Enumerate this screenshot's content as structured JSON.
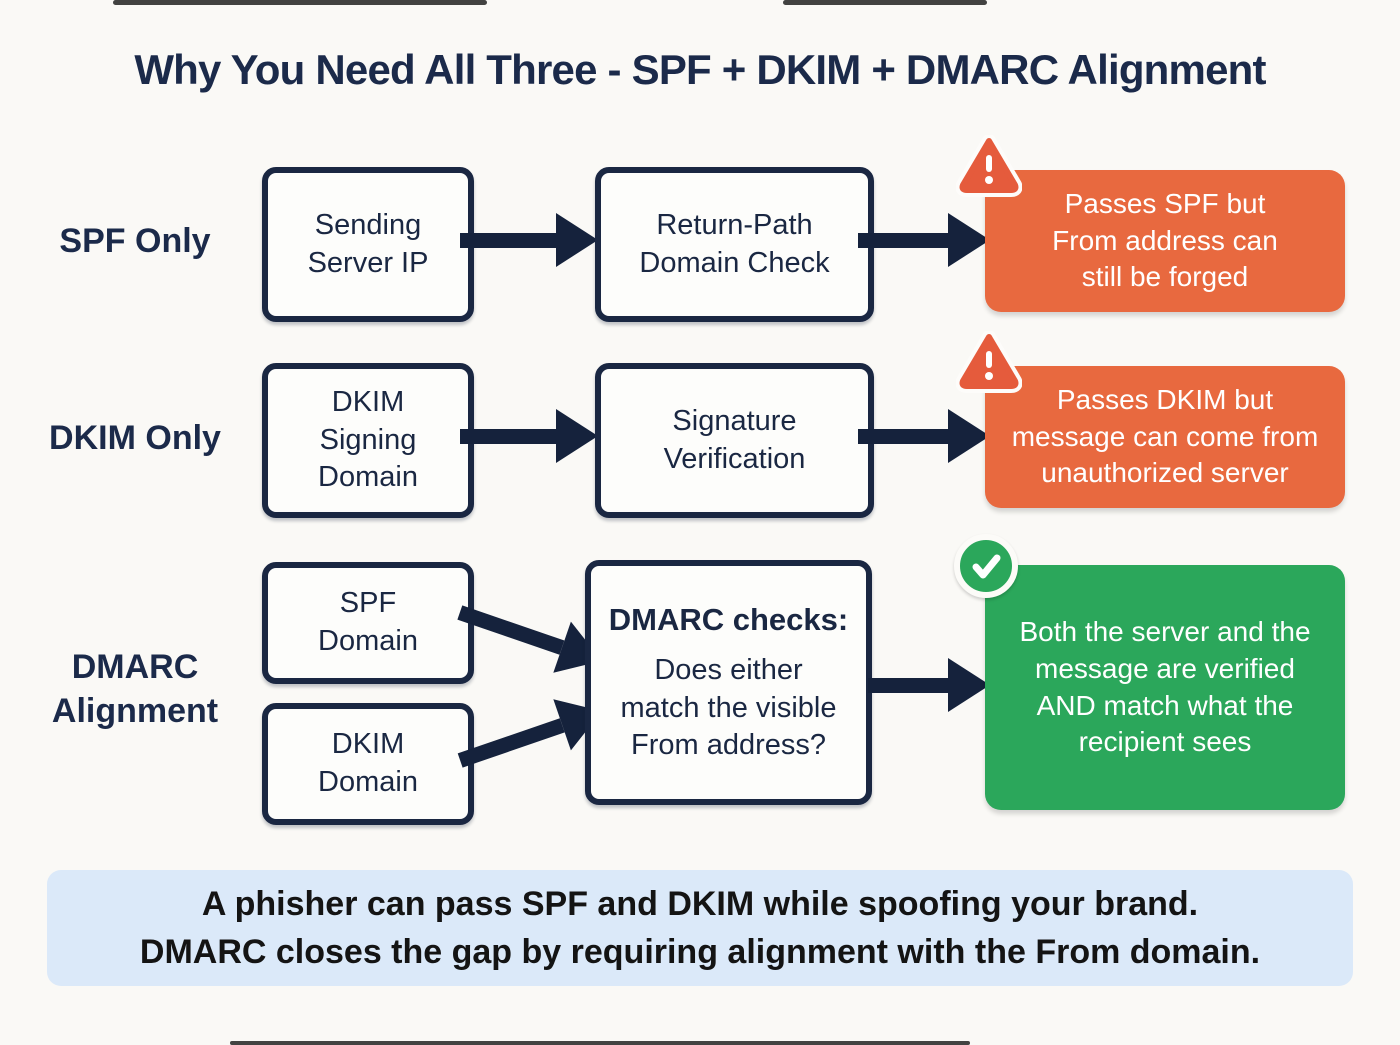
{
  "page": {
    "title": "Why You Need All Three - SPF + DKIM + DMARC Alignment"
  },
  "colors": {
    "navy_text": "#1B2A4A",
    "box_border": "#1A2742",
    "arrow": "#15223C",
    "failure_orange": "#E8693F",
    "warning_icon_orange": "#E55B3C",
    "success_green": "#2BA75B",
    "note_background": "#DBE9F9",
    "canvas_background": "#FAF9F6",
    "text_on_color": "#FFFFFF",
    "note_text": "#141414"
  },
  "rows": [
    {
      "label": "SPF Only",
      "box1": "Sending\nServer IP",
      "box2": "Return-Path\nDomain Check",
      "result": "Passes SPF but\nFrom address can\nstill be forged",
      "result_icon": "warning-icon",
      "result_color": "#E8693F"
    },
    {
      "label": "DKIM Only",
      "box1": "DKIM\nSigning\nDomain",
      "box2": "Signature\nVerification",
      "result": "Passes DKIM but\nmessage can come from\nunauthorized server",
      "result_icon": "warning-icon",
      "result_color": "#E8693F"
    },
    {
      "label": "DMARC\nAlignment",
      "box1": "SPF\nDomain",
      "box2": "DKIM\nDomain",
      "check_title": "DMARC checks:",
      "check_body": "Does either\nmatch the visible\nFrom address?",
      "result": "Both the server and the\nmessage are verified\nAND match what the\nrecipient sees",
      "result_icon": "check-icon",
      "result_color": "#2BA75B"
    }
  ],
  "note": {
    "text": "A phisher can pass SPF and DKIM while spoofing your brand.\nDMARC closes the gap by requiring alignment with the From domain."
  }
}
